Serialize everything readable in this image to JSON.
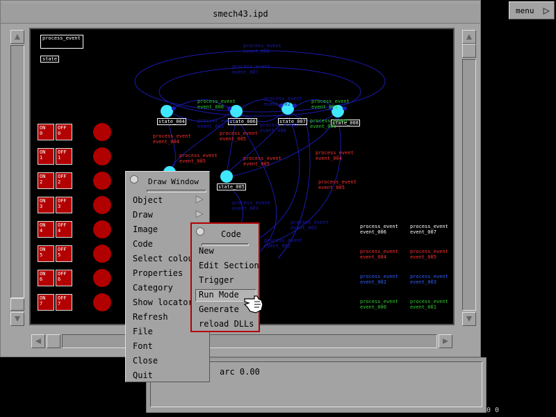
{
  "window": {
    "title": "smech43.ipd"
  },
  "menu_button": {
    "label": "menu"
  },
  "legend": {
    "process_event": "process_event",
    "state": "state"
  },
  "io_rows": [
    {
      "on": "ON",
      "off": "OFF",
      "index": "0"
    },
    {
      "on": "ON",
      "off": "OFF",
      "index": "1"
    },
    {
      "on": "ON",
      "off": "OFF",
      "index": "2"
    },
    {
      "on": "ON",
      "off": "OFF",
      "index": "3"
    },
    {
      "on": "ON",
      "off": "OFF",
      "index": "4"
    },
    {
      "on": "ON",
      "off": "OFF",
      "index": "5"
    },
    {
      "on": "ON",
      "off": "OFF",
      "index": "6"
    },
    {
      "on": "ON",
      "off": "OFF",
      "index": "7"
    }
  ],
  "states": [
    "state_004",
    "state_006",
    "state_007",
    "state_008",
    "state_005"
  ],
  "graph_events": [
    "process_event event_000",
    "process_event event_001",
    "process_event event_002",
    "process_event event_003",
    "process_event event_004",
    "process_event event_005",
    "process_event event_006",
    "process_event event_007",
    "process_event event_008"
  ],
  "event_legend": [
    {
      "name": "process_event",
      "event": "event_006",
      "color": "#ffffff"
    },
    {
      "name": "process_event",
      "event": "event_007",
      "color": "#ffffff"
    },
    {
      "name": "process_event",
      "event": "event_004",
      "color": "#ff3030"
    },
    {
      "name": "process_event",
      "event": "event_005",
      "color": "#ff3030"
    },
    {
      "name": "process_event",
      "event": "event_002",
      "color": "#3060ff"
    },
    {
      "name": "process_event",
      "event": "event_003",
      "color": "#3060ff"
    },
    {
      "name": "process_event",
      "event": "event_000",
      "color": "#30d030"
    },
    {
      "name": "process_event",
      "event": "event_001",
      "color": "#30d030"
    }
  ],
  "draw_menu": {
    "title": "Draw Window",
    "items": [
      "Object",
      "Draw",
      "Image",
      "Code",
      "Select colour",
      "Properties",
      "Category",
      "Show locator",
      "Refresh",
      "File",
      "Font",
      "Close",
      "Quit"
    ]
  },
  "code_menu": {
    "title": "Code",
    "items": [
      "New",
      "Edit Sections",
      "Trigger",
      "Run Mode",
      "Generate",
      "reload DLLs"
    ],
    "highlighted": "Run Mode"
  },
  "status": {
    "arc": "arc 0.00",
    "corner": "0 0"
  },
  "colors": {
    "chrome": "#a3a3a3",
    "canvas": "#000000",
    "link": "#1a1ab0",
    "state_node": "#40e8ff",
    "io_red": "#b30000"
  }
}
